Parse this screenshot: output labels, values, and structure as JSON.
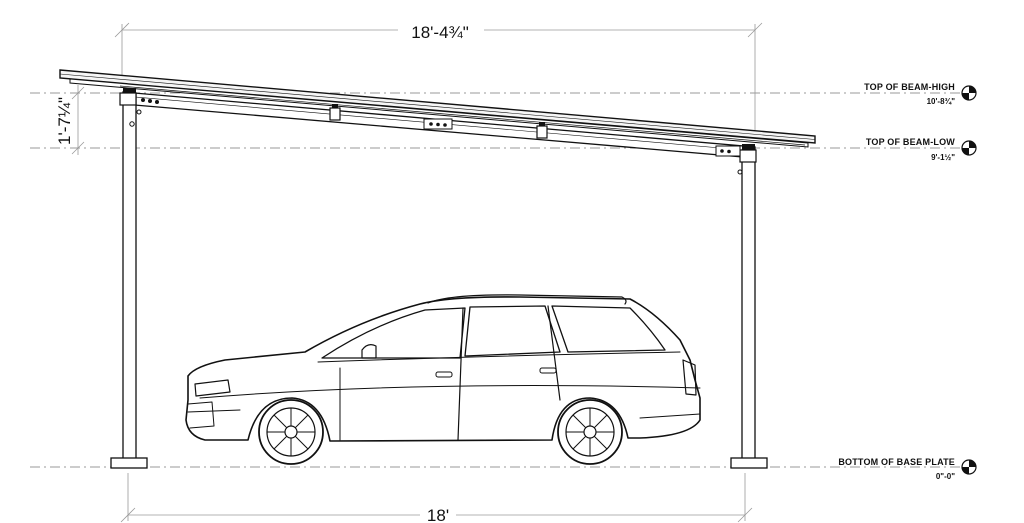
{
  "dimensions": {
    "overall_span_top": "18'-4¾\"",
    "post_spacing_bottom": "18'",
    "beam_rise": "1'-7¼\""
  },
  "elevations": [
    {
      "key": "beam_high",
      "label": "TOP OF BEAM-HIGH",
      "value": "10'-8¾\""
    },
    {
      "key": "beam_low",
      "label": "TOP OF BEAM-LOW",
      "value": "9'-1½\""
    },
    {
      "key": "base_plate",
      "label": "BOTTOM OF BASE PLATE",
      "value": "0\"-0\""
    }
  ]
}
